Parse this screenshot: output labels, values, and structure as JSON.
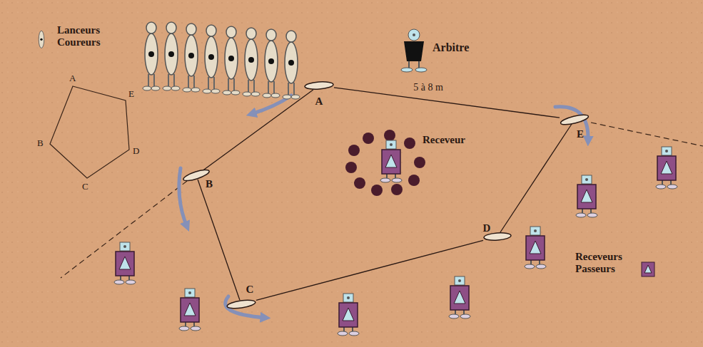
{
  "diagram": {
    "nodes": [
      {
        "text": [
          "A"
        ]
      },
      {
        "text": [
          "B"
        ]
      },
      {
        "text": [
          "C"
        ]
      },
      {
        "text": [
          "D"
        ]
      },
      {
        "text": [
          "E"
        ]
      }
    ],
    "edges": [
      {
        "from": 0,
        "to": 4,
        "arrow": "none",
        "label": "5 à 8 m"
      },
      {
        "from": 0,
        "to": 1,
        "arrow": "none"
      },
      {
        "from": 1,
        "to": 2,
        "arrow": "none"
      },
      {
        "from": 2,
        "to": 3,
        "arrow": "none"
      },
      {
        "from": 3,
        "to": 4,
        "arrow": "none"
      }
    ],
    "labels": [
      "A",
      "B",
      "C",
      "D",
      "E",
      "Arbitre",
      "Receveur"
    ],
    "legend": [
      {
        "text": "Lanceurs Coureurs"
      },
      {
        "text": "Receveurs Passeurs"
      }
    ]
  }
}
